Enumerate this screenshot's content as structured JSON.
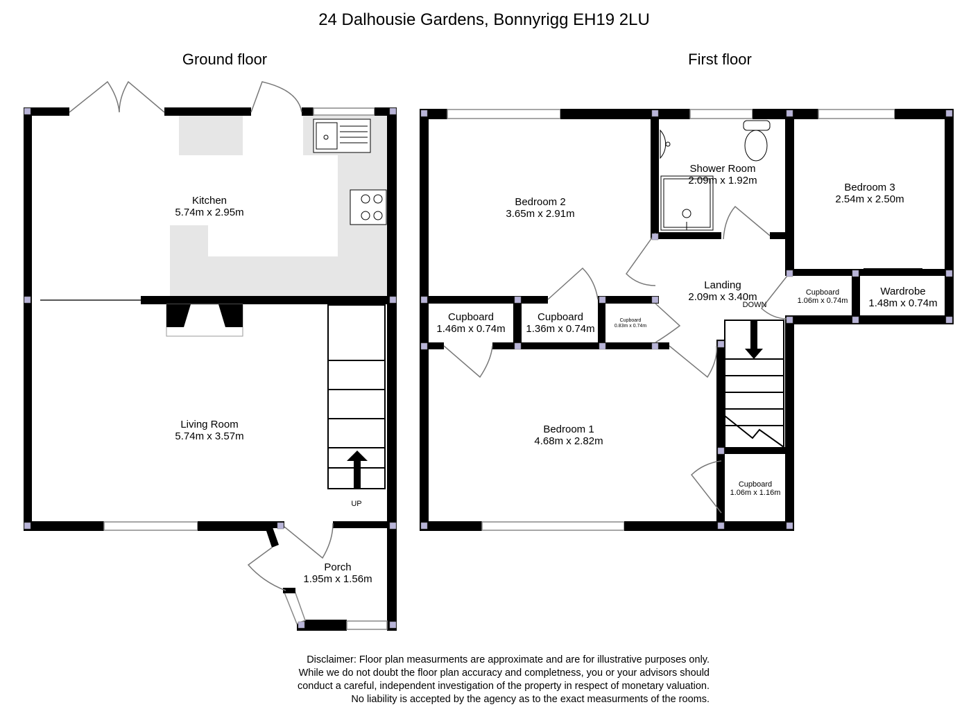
{
  "title": "24 Dalhousie Gardens, Bonnyrigg EH19 2LU",
  "floors": [
    {
      "name": "Ground floor",
      "rooms": [
        {
          "name": "Kitchen",
          "size": "5.74m x 2.95m"
        },
        {
          "name": "Living Room",
          "size": "5.74m x 3.57m"
        },
        {
          "name": "Porch",
          "size": "1.95m x 1.56m"
        }
      ],
      "stairs_label": "UP"
    },
    {
      "name": "First floor",
      "rooms": [
        {
          "name": "Bedroom 2",
          "size": "3.65m x 2.91m"
        },
        {
          "name": "Shower Room",
          "size": "2.09m x 1.92m"
        },
        {
          "name": "Bedroom 3",
          "size": "2.54m x 2.50m"
        },
        {
          "name": "Landing",
          "size": "2.09m x 3.40m"
        },
        {
          "name": "Cupboard",
          "size": "1.46m x 0.74m"
        },
        {
          "name": "Cupboard",
          "size": "1.36m x 0.74m"
        },
        {
          "name": "Cupboard",
          "size": "0.83m x 0.74m"
        },
        {
          "name": "Cupboard",
          "size": "1.06m x 0.74m"
        },
        {
          "name": "Wardrobe",
          "size": "1.48m x 0.74m"
        },
        {
          "name": "Bedroom 1",
          "size": "4.68m x 2.82m"
        },
        {
          "name": "Cupboard",
          "size": "1.06m x 1.16m"
        }
      ],
      "stairs_label": "DOWN"
    }
  ],
  "disclaimer": [
    "Disclaimer:  Floor plan measurments are approximate and are for illustrative purposes only.",
    "While we do not doubt the floor plan accuracy and completness, you or your advisors should",
    "conduct a careful, independent investigation of the property in respect of monetary valuation.",
    "No liability is accepted by the agency as to the exact measurments of the rooms."
  ]
}
